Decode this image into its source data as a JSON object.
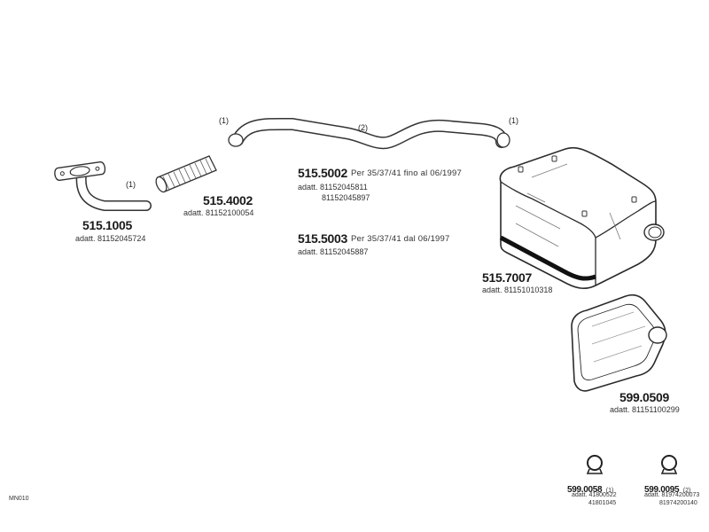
{
  "drawing_code": "MN010",
  "parts": {
    "p515_1005": {
      "number": "515.1005",
      "ref_label": "adatt.",
      "refs": [
        "81152045724"
      ],
      "qty_mark": "(1)"
    },
    "p515_4002": {
      "number": "515.4002",
      "ref_label": "adatt.",
      "refs": [
        "81152100054"
      ]
    },
    "p515_5002": {
      "number": "515.5002",
      "note": "Per  35/37/41  fino  al  06/1997",
      "ref_label": "adatt.",
      "refs": [
        "81152045811",
        "81152045897"
      ],
      "qty_marks": [
        "(1)",
        "(2)",
        "(1)"
      ]
    },
    "p515_5003": {
      "number": "515.5003",
      "note": "Per  35/37/41  dal  06/1997",
      "ref_label": "adatt.",
      "refs": [
        "81152045887"
      ]
    },
    "p515_7007": {
      "number": "515.7007",
      "ref_label": "adatt.",
      "refs": [
        "81151010318"
      ]
    },
    "p599_0509": {
      "number": "599.0509",
      "ref_label": "adatt.",
      "refs": [
        "81151100299"
      ]
    },
    "p599_0058": {
      "number": "599.0058",
      "qty": "(1)",
      "ref_label": "adatt.",
      "refs": [
        "41800522",
        "41801045"
      ]
    },
    "p599_0095": {
      "number": "599.0095",
      "qty": "(2)",
      "ref_label": "adatt.",
      "refs": [
        "81974200073",
        "81974200140"
      ]
    }
  }
}
